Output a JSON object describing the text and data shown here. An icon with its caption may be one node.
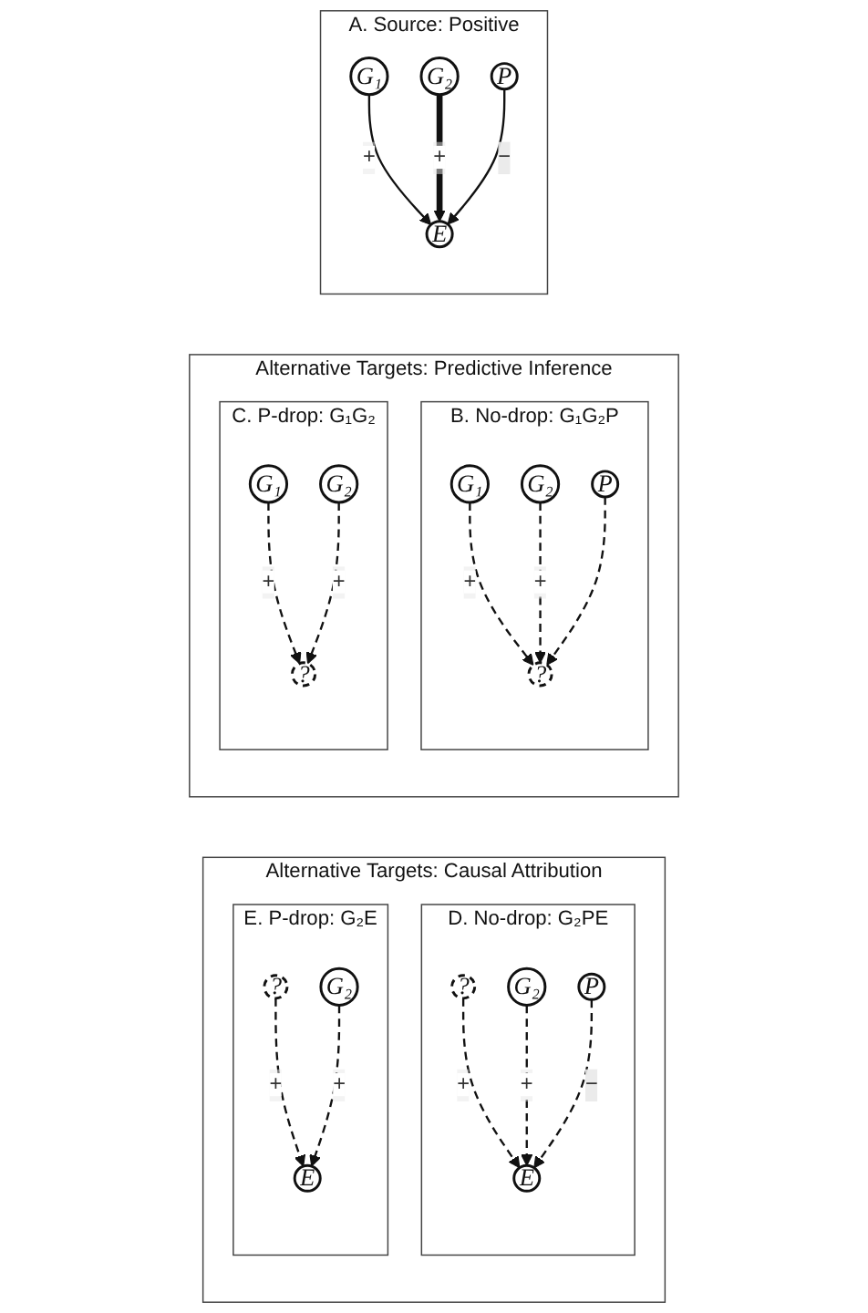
{
  "diagram": {
    "nodes": [
      {
        "text": [
          "A. Source: Positive"
        ]
      },
      {
        "text": [
          "G₁"
        ],
        "in": 0
      },
      {
        "text": [
          "G₂"
        ],
        "in": 0
      },
      {
        "text": [
          "P"
        ],
        "in": 0
      },
      {
        "text": [
          "E"
        ],
        "in": 0
      },
      {
        "text": [
          "Alternative Targets: Predictive Inference"
        ]
      },
      {
        "text": [
          "B. No-drop: G₁G₂P"
        ],
        "in": 5
      },
      {
        "text": [
          "G₁"
        ],
        "in": 6
      },
      {
        "text": [
          "G₂"
        ],
        "in": 6
      },
      {
        "text": [
          "P"
        ],
        "in": 6
      },
      {
        "text": [
          "?"
        ],
        "in": 6
      },
      {
        "text": [
          "C. P-drop: G₁G₂"
        ],
        "in": 5
      },
      {
        "text": [
          "G₁"
        ],
        "in": 11
      },
      {
        "text": [
          "G₂"
        ],
        "in": 11
      },
      {
        "text": [
          "?"
        ],
        "in": 11
      },
      {
        "text": [
          "Alternative Targets: Causal Attribution"
        ]
      },
      {
        "text": [
          "D. No-drop: G₂PE"
        ],
        "in": 15
      },
      {
        "text": [
          "?"
        ],
        "in": 16
      },
      {
        "text": [
          "G₂"
        ],
        "in": 16
      },
      {
        "text": [
          "P"
        ],
        "in": 16
      },
      {
        "text": [
          "E"
        ],
        "in": 16
      },
      {
        "text": [
          "E. P-drop: G₂E"
        ],
        "in": 15
      },
      {
        "text": [
          "?"
        ],
        "in": 21
      },
      {
        "text": [
          "G₂"
        ],
        "in": 21
      },
      {
        "text": [
          "E"
        ],
        "in": 21
      }
    ],
    "edges": [
      {
        "from": 1,
        "to": 4,
        "arrow": "to",
        "label": "+"
      },
      {
        "from": 2,
        "to": 4,
        "arrow": "to",
        "label": "+",
        "style": "thick"
      },
      {
        "from": 3,
        "to": 4,
        "arrow": "to",
        "label": "−"
      },
      {
        "from": 7,
        "to": 10,
        "arrow": "to",
        "label": "+",
        "style": "dashed"
      },
      {
        "from": 8,
        "to": 10,
        "arrow": "to",
        "label": "+",
        "style": "dashed"
      },
      {
        "from": 9,
        "to": 10,
        "arrow": "to",
        "style": "dashed"
      },
      {
        "from": 12,
        "to": 14,
        "arrow": "to",
        "label": "+",
        "style": "dashed"
      },
      {
        "from": 13,
        "to": 14,
        "arrow": "to",
        "label": "+",
        "style": "dashed"
      },
      {
        "from": 17,
        "to": 20,
        "arrow": "to",
        "label": "+",
        "style": "dashed"
      },
      {
        "from": 18,
        "to": 20,
        "arrow": "to",
        "label": "+",
        "style": "dashed"
      },
      {
        "from": 19,
        "to": 20,
        "arrow": "to",
        "label": "−",
        "style": "dashed"
      },
      {
        "from": 22,
        "to": 24,
        "arrow": "to",
        "label": "+",
        "style": "dashed"
      },
      {
        "from": 23,
        "to": 24,
        "arrow": "to",
        "label": "+",
        "style": "dashed"
      }
    ]
  }
}
